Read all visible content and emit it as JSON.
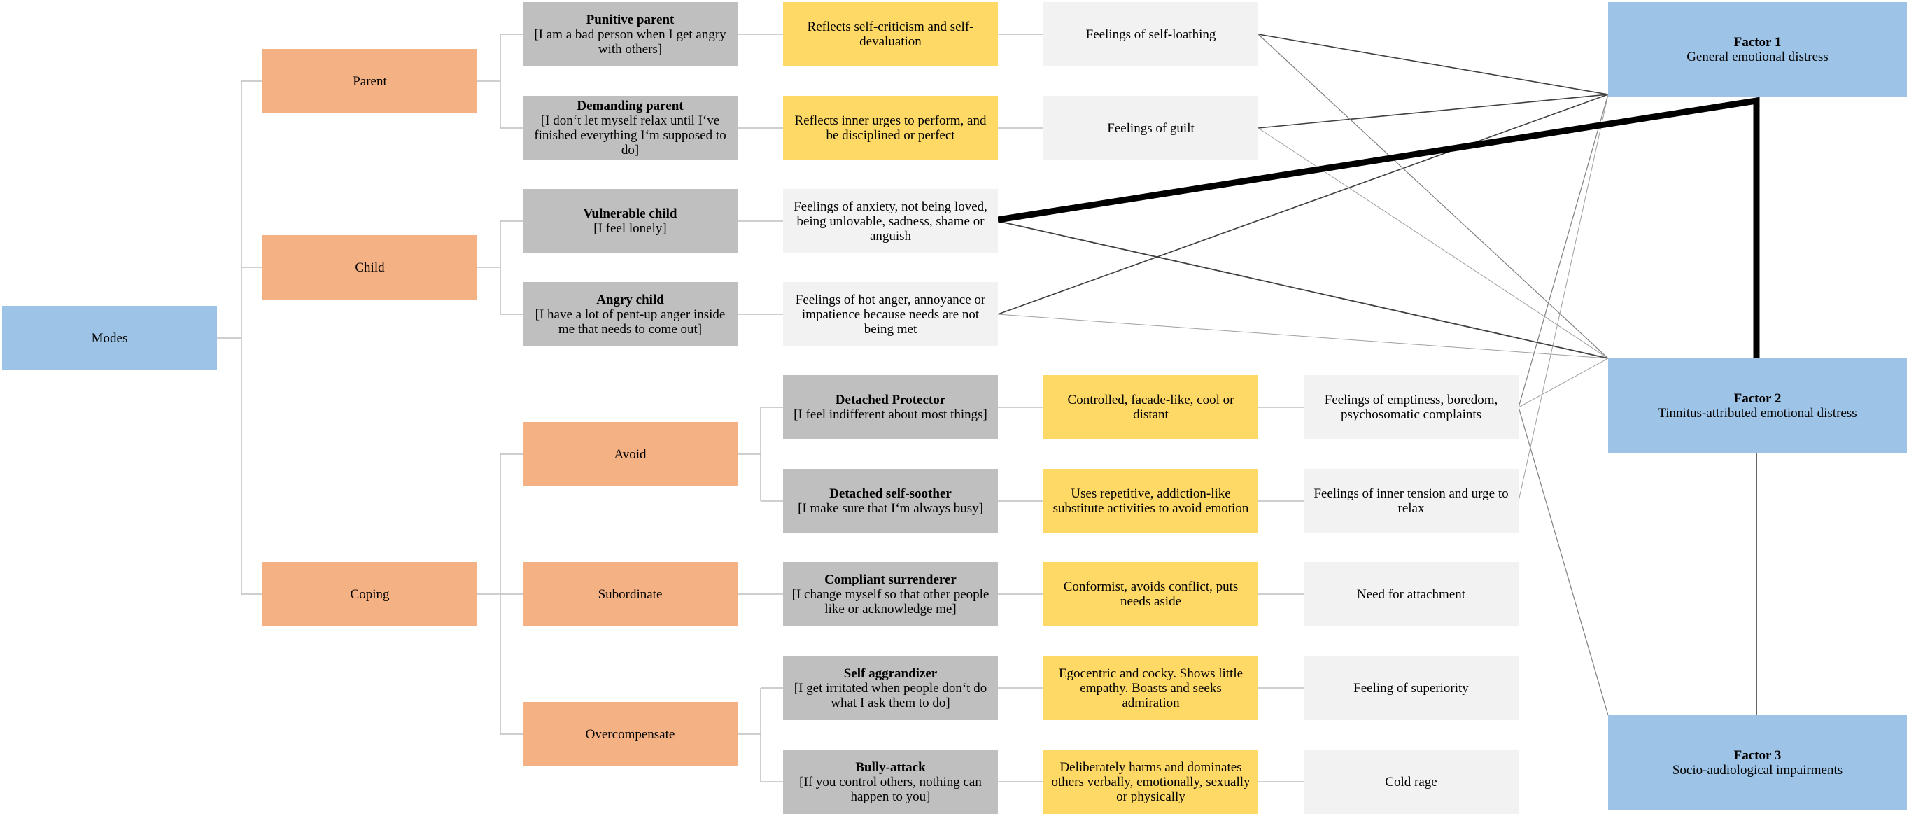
{
  "modes": "Modes",
  "categories": {
    "parent": "Parent",
    "child": "Child",
    "coping": "Coping"
  },
  "coping_types": {
    "avoid": "Avoid",
    "subordinate": "Subordinate",
    "overcompensate": "Overcompensate"
  },
  "parent_modes": [
    {
      "name": "Punitive parent",
      "item": "[I am a bad person when I get angry with others]",
      "description": "Reflects self-criticism and self-devaluation",
      "feeling": "Feelings of self-loathing"
    },
    {
      "name": "Demanding parent",
      "item": "[I don‘t let myself relax until I‘ve finished everything I‘m supposed to do]",
      "description": "Reflects inner urges to perform, and be disciplined or perfect",
      "feeling": "Feelings of guilt"
    }
  ],
  "child_modes": [
    {
      "name": "Vulnerable child",
      "item": "[I feel lonely]",
      "feeling": "Feelings of anxiety, not being loved, being unlovable, sadness, shame or anguish"
    },
    {
      "name": "Angry child",
      "item": "[I have a lot of pent-up anger inside me that needs to come out]",
      "feeling": "Feelings of hot anger, annoyance or impatience because needs are not being met"
    }
  ],
  "coping_modes": [
    {
      "name": "Detached Protector",
      "item": "[I feel indifferent about most things]",
      "description": "Controlled, facade-like, cool or distant",
      "feeling": "Feelings of emptiness, boredom, psychosomatic complaints"
    },
    {
      "name": "Detached self-soother",
      "item": "[I make sure that I‘m always busy]",
      "description": "Uses repetitive, addiction-like substitute activities to avoid emotion",
      "feeling": "Feelings of inner tension and urge to relax"
    },
    {
      "name": "Compliant surrenderer",
      "item": "[I change myself so that other people like or acknowledge me]",
      "description": "Conformist, avoids conflict, puts needs aside",
      "feeling": "Need for attachment"
    },
    {
      "name": "Self aggrandizer",
      "item": "[I get irritated when people don‘t do what I ask them to do]",
      "description": "Egocentric and cocky. Shows little empathy. Boasts and seeks admiration",
      "feeling": "Feeling of superiority"
    },
    {
      "name": "Bully-attack",
      "item": "[If you control others, nothing can happen to you]",
      "description": "Deliberately harms and dominates others verbally, emotionally, sexually or physically",
      "feeling": "Cold rage"
    }
  ],
  "factors": [
    {
      "title": "Factor 1",
      "subtitle": "General emotional distress"
    },
    {
      "title": "Factor 2",
      "subtitle": "Tinnitus-attributed emotional distress"
    },
    {
      "title": "Factor 3",
      "subtitle": "Socio-audiological impairments"
    }
  ],
  "colors": {
    "blue": "#9dc3e6",
    "orange": "#f4b183",
    "gray": "#bfbfbf",
    "yellow": "#ffd966",
    "light": "#f2f2f2",
    "tree_line": "#bfbfbf"
  }
}
